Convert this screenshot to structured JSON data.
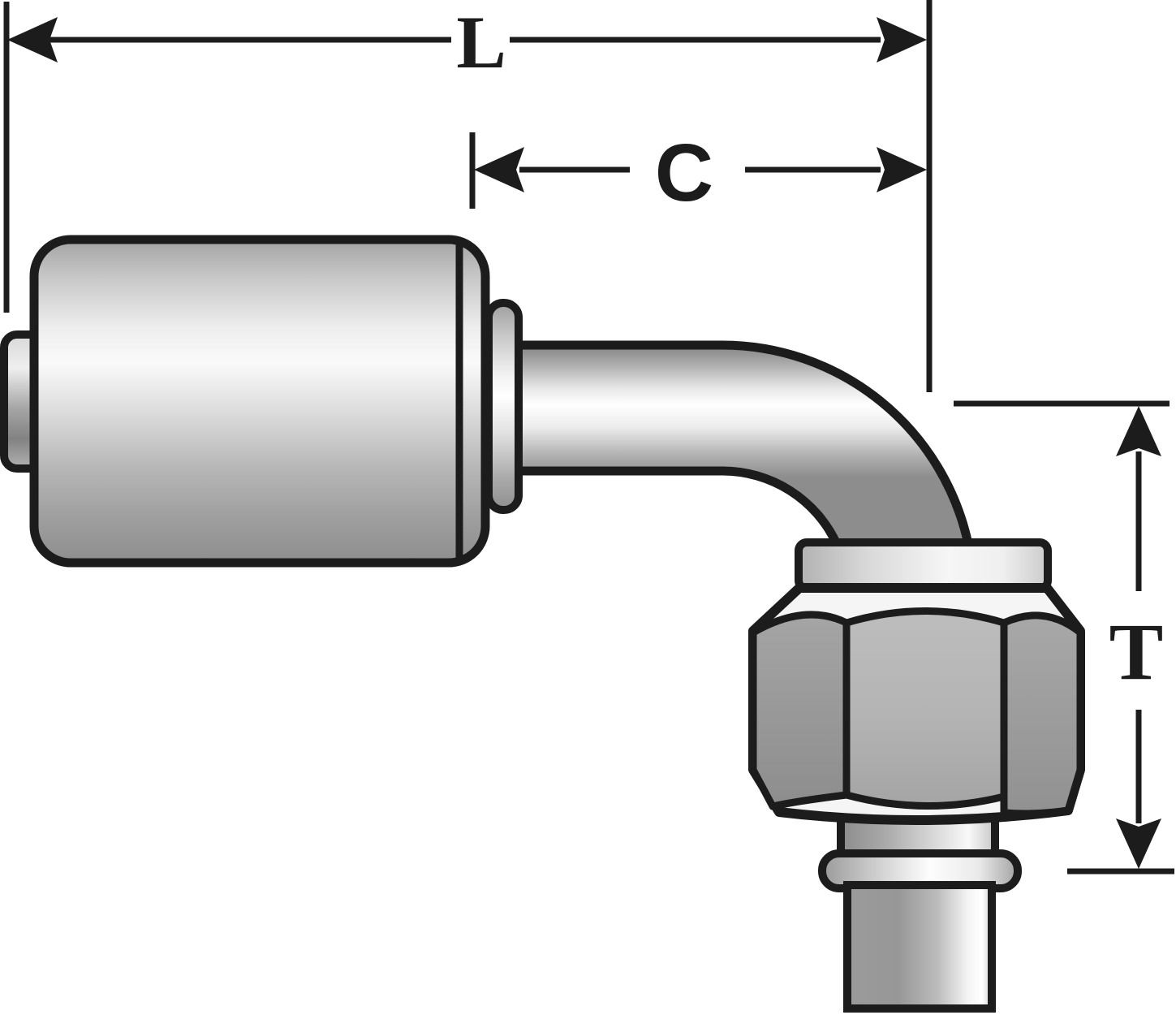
{
  "dimensions": {
    "L": {
      "label": "L"
    },
    "C": {
      "label": "C"
    },
    "T": {
      "label": "T"
    }
  },
  "colors": {
    "ink": "#1c1c1c",
    "background": "#ffffff",
    "metal_highlight": "#ffffff",
    "metal_mid": "#b5b5b5",
    "metal_shadow": "#7f7f7f"
  }
}
